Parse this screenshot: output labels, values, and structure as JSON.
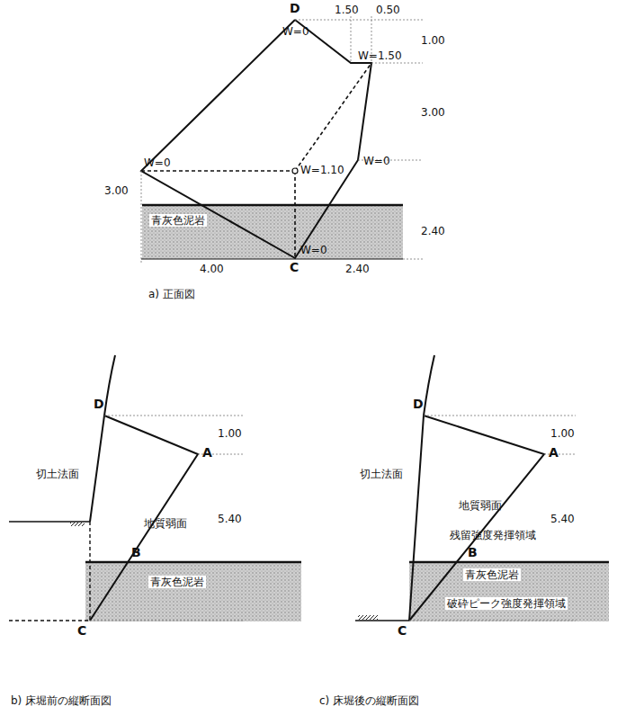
{
  "diagram": {
    "nodes": [
      {
        "text": [
          "青灰色泥岩"
        ]
      },
      {
        "text": [
          "青灰色泥岩"
        ]
      },
      {
        "text": [
          "青灰色泥岩",
          "破砕ピーク強度発揮領域"
        ]
      }
    ],
    "labels": [
      "D",
      "1.50",
      "0.50",
      "1.00",
      "W=0",
      "W=1.50",
      "3.00",
      "W=0",
      "W=1.10",
      "W=0",
      "3.00",
      "2.40",
      "4.00",
      "W=0",
      "2.40",
      "C",
      "a) 正面図",
      "D",
      "1.00",
      "A",
      "切土法面",
      "5.40",
      "地質弱面",
      "B",
      "C",
      "b) 床堀前の縦断面図",
      "D",
      "1.00",
      "A",
      "切土法面",
      "地質弱面",
      "5.40",
      "残留強度発揮領域",
      "B",
      "C",
      "c) 床堀後の縦断面図"
    ]
  }
}
